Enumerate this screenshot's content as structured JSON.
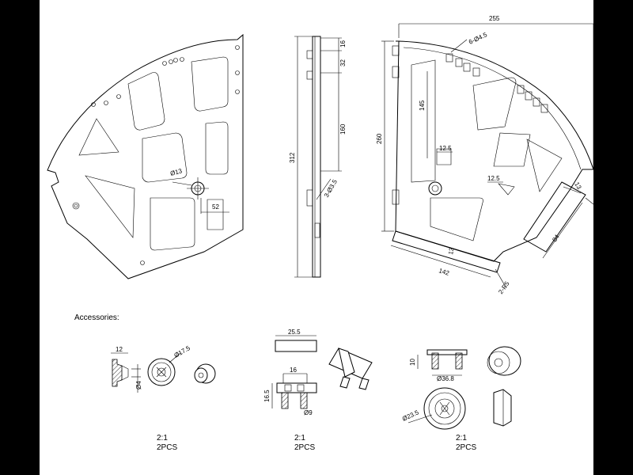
{
  "section_title": "Accessories:",
  "views": {
    "front": {
      "hole_dia": "Ø13",
      "offset": "52"
    },
    "side": {
      "total": "312",
      "top": "16",
      "gap": "32",
      "mid": "160",
      "hole": "3-Ø3.5"
    },
    "back": {
      "width": "255",
      "height": "260",
      "holes": "6-Ø4.5",
      "slot_height": "145",
      "slot_w1": "12.5",
      "slot_w2": "12.5",
      "strip_w": "13",
      "strip_len": "84",
      "base_len": "142",
      "base_h": "13",
      "corner": "2-R5"
    }
  },
  "accessories": [
    {
      "scale": "2:1",
      "qty": "2PCS",
      "dims": [
        "12",
        "Ø17.5",
        "Ø4"
      ]
    },
    {
      "scale": "2:1",
      "qty": "2PCS",
      "dims": [
        "25.5",
        "16",
        "16.5",
        "Ø9"
      ]
    },
    {
      "scale": "2:1",
      "qty": "2PCS",
      "dims": [
        "10",
        "Ø36.8",
        "Ø23.5"
      ]
    }
  ]
}
